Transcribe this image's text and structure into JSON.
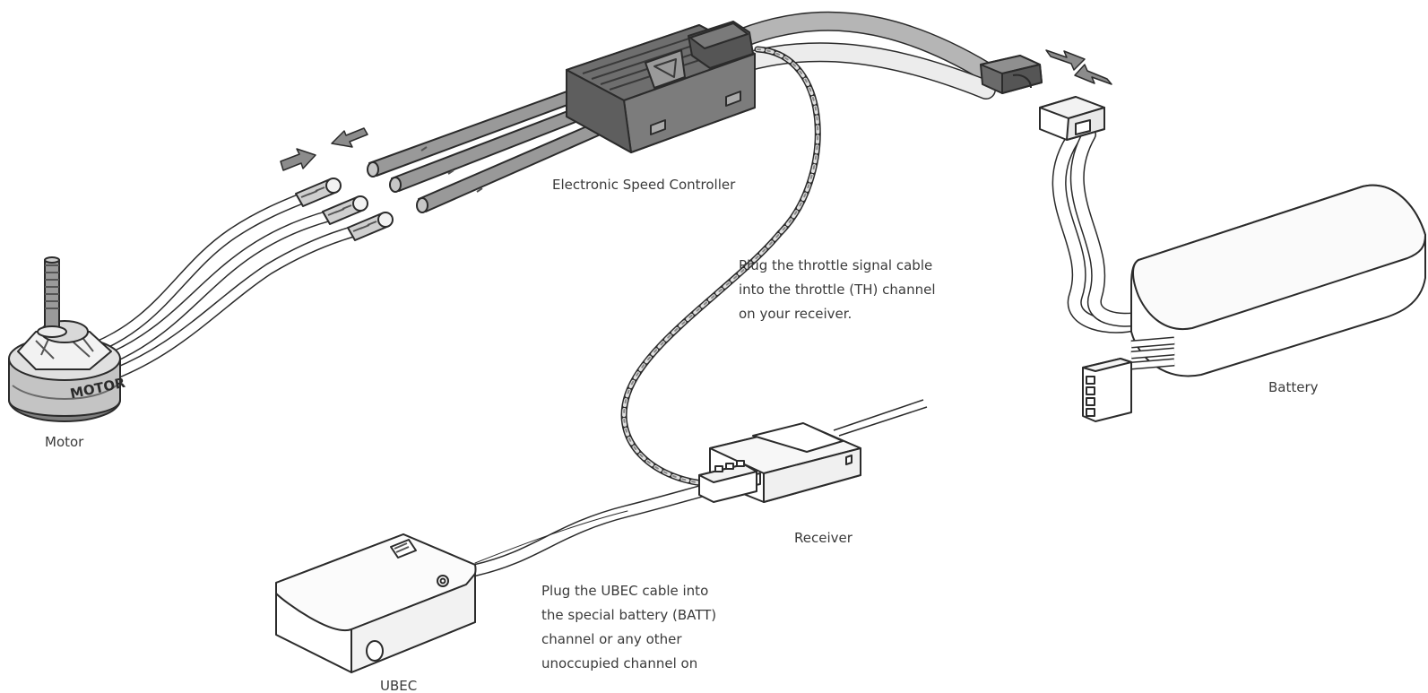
{
  "labels": {
    "esc": "Electronic Speed Controller",
    "motor": "Motor",
    "battery": "Battery",
    "receiver": "Receiver",
    "ubec": "UBEC",
    "motor_print": "MOTOR"
  },
  "notes": {
    "throttle": [
      "Plug the throttle signal cable",
      "into the throttle (TH) channel",
      "on your receiver."
    ],
    "ubec": [
      "Plug the UBEC cable into",
      "the special battery (BATT)",
      "channel or any other",
      "unoccupied channel on"
    ]
  },
  "colors": {
    "outline": "#2b2b2b",
    "esc_body": "#8a8a8a",
    "esc_dark": "#5e5e5e",
    "wire_dark": "#9a9a9a",
    "wire_light": "#e6e6e6",
    "arrow": "#8c8c8c",
    "text": "#3a3a3a"
  }
}
